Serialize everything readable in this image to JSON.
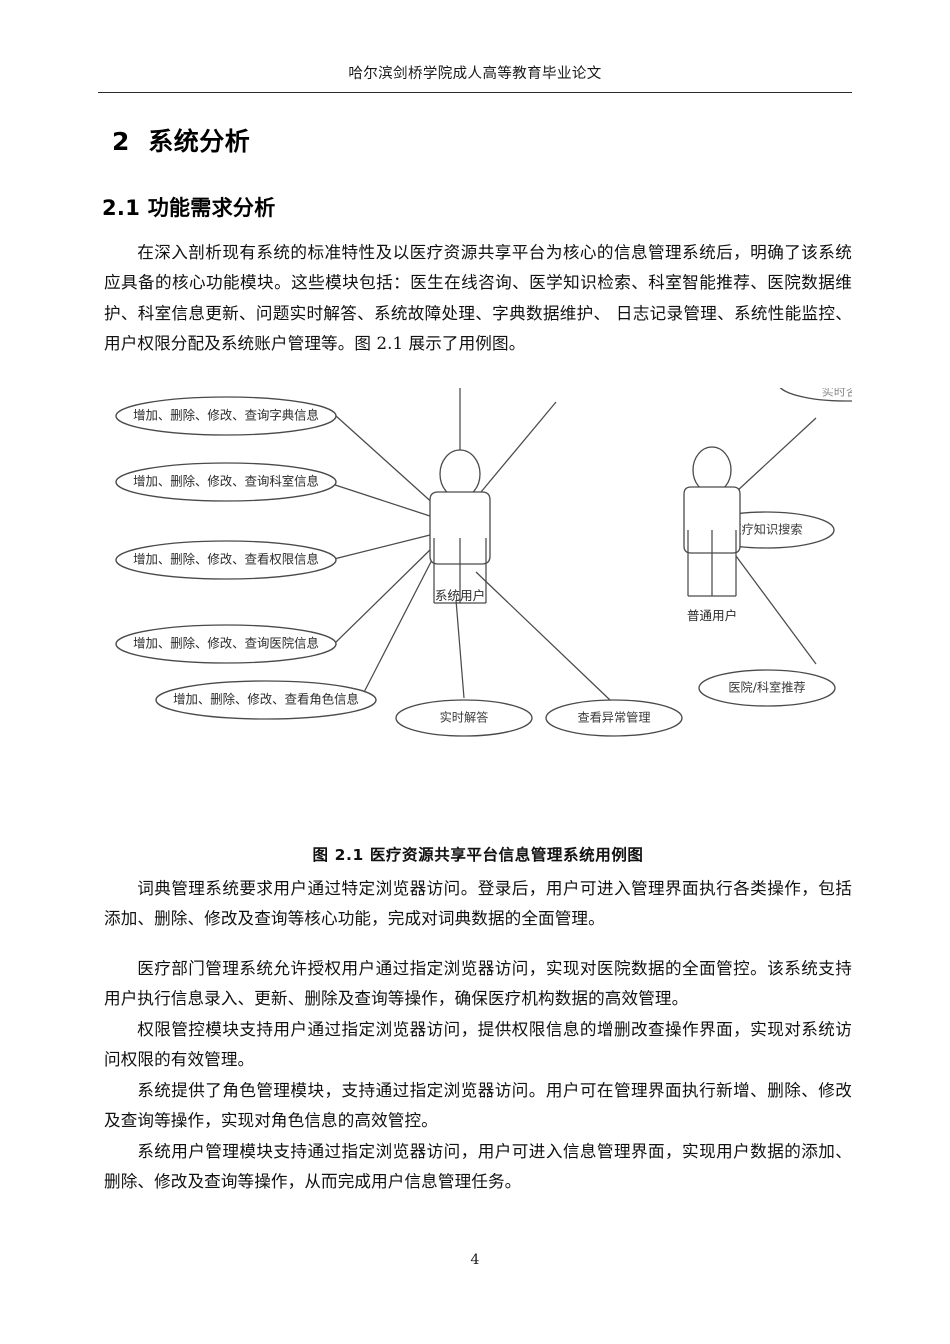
{
  "document": {
    "running_header": "哈尔滨剑桥学院成人高等教育毕业论文",
    "page_number": "4"
  },
  "headings": {
    "chapter": "2  系统分析",
    "section": "2.1 功能需求分析"
  },
  "paragraphs": {
    "p1": "在深入剖析现有系统的标准特性及以医疗资源共享平台为核心的信息管理系统后，明确了该系统应具备的核心功能模块。这些模块包括：医生在线咨询、医学知识检索、科室智能推荐、医院数据维护、科室信息更新、问题实时解答、系统故障处理、字典数据维护、 日志记录管理、系统性能监控、用户权限分配及系统账户管理等。图 2.1 展示了用例图。",
    "p2": "词典管理系统要求用户通过特定浏览器访问。登录后，用户可进入管理界面执行各类操作，包括添加、删除、修改及查询等核心功能，完成对词典数据的全面管理。",
    "p3": "医疗部门管理系统允许授权用户通过指定浏览器访问，实现对医院数据的全面管控。该系统支持用户执行信息录入、更新、删除及查询等操作，确保医疗机构数据的高效管理。",
    "p4": "权限管控模块支持用户通过指定浏览器访问，提供权限信息的增删改查操作界面，实现对系统访问权限的有效管理。",
    "p5": "系统提供了角色管理模块，支持通过指定浏览器访问。用户可在管理界面执行新增、删除、修改及查询等操作，实现对角色信息的高效管控。",
    "p6": "系统用户管理模块支持通过指定浏览器访问，用户可进入信息管理界面，实现用户数据的添加、删除、修改及查询等操作，从而完成用户信息管理任务。"
  },
  "figure": {
    "caption": "图 2.1 医疗资源共享平台信息管理系统用例图",
    "actors": [
      {
        "id": "system-user",
        "label": "系统用户"
      },
      {
        "id": "normal-user",
        "label": "普通用户"
      }
    ],
    "use_cases": [
      {
        "id": "uc-dict",
        "label": "增加、删除、修改、查询字典信息",
        "actor": "system-user"
      },
      {
        "id": "uc-department",
        "label": "增加、删除、修改、查询科室信息",
        "actor": "system-user"
      },
      {
        "id": "uc-permission",
        "label": "增加、删除、修改、查看权限信息",
        "actor": "system-user"
      },
      {
        "id": "uc-hospital",
        "label": "增加、删除、修改、查询医院信息",
        "actor": "system-user"
      },
      {
        "id": "uc-role",
        "label": "增加、删除、修改、查看角色信息",
        "actor": "system-user"
      },
      {
        "id": "uc-realtime",
        "label": "实时解答",
        "actor": "system-user"
      },
      {
        "id": "uc-exception",
        "label": "查看异常管理",
        "actor": "system-user"
      },
      {
        "id": "uc-consult",
        "label": "实时咨询",
        "actor": "normal-user"
      },
      {
        "id": "uc-knowledge",
        "label": "医疗知识搜索",
        "actor": "normal-user"
      },
      {
        "id": "uc-recommend",
        "label": "医院/科室推荐",
        "actor": "normal-user"
      }
    ]
  }
}
